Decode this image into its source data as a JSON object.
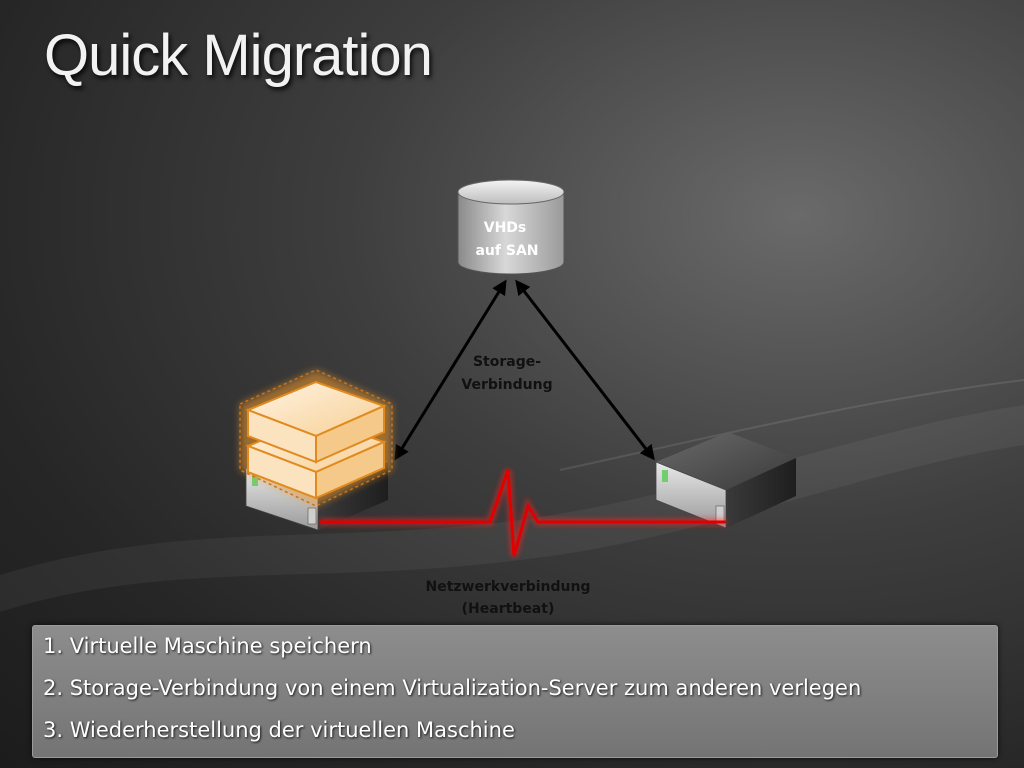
{
  "slide": {
    "title": "Quick Migration"
  },
  "diagram": {
    "storage_label_line1": "VHDs",
    "storage_label_line2": "auf SAN",
    "storage_link_line1": "Storage-",
    "storage_link_line2": "Verbindung",
    "network_link_line1": "Netzwerkverbindung",
    "network_link_line2": "(Heartbeat)",
    "colors": {
      "heartbeat": "#e00000",
      "vm_highlight": "#f39a2a",
      "arrow": "#000000"
    }
  },
  "steps": [
    {
      "text": "1. Virtuelle Maschine speichern"
    },
    {
      "text": "2. Storage-Verbindung von einem Virtualization-Server zum anderen verlegen"
    },
    {
      "text": "3. Wiederherstellung der virtuellen Maschine"
    }
  ]
}
